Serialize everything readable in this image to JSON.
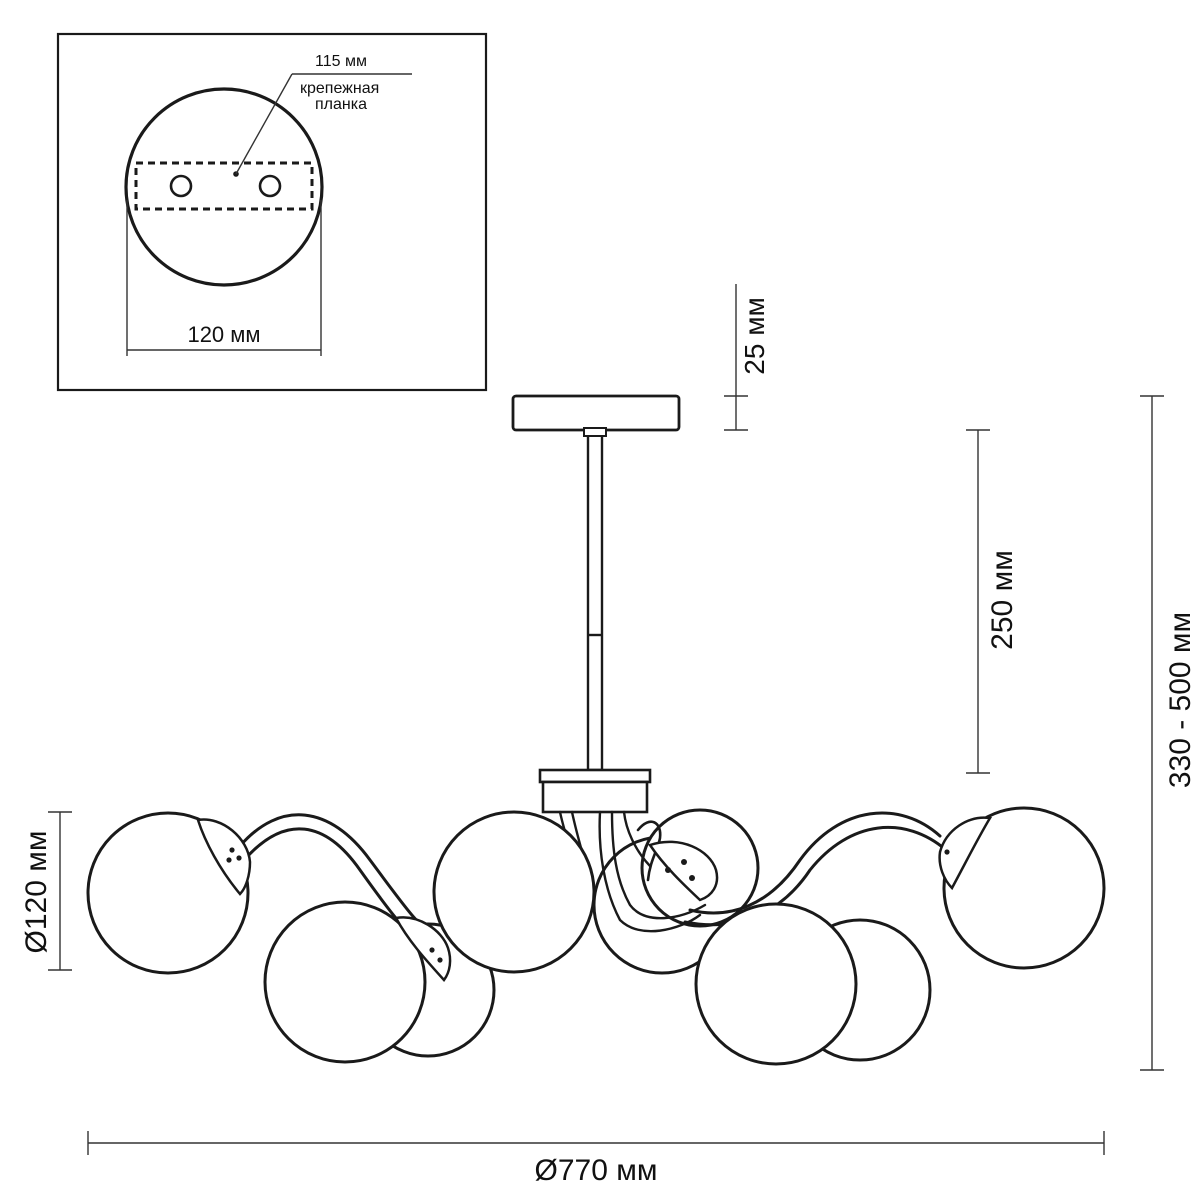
{
  "inset": {
    "mount_width_label": "115 мм",
    "mount_bracket_label_line1": "крепежная",
    "mount_bracket_label_line2": "планка",
    "canopy_diameter_label": "120 мм"
  },
  "dimensions": {
    "canopy_height": "25 мм",
    "rod_length": "250 мм",
    "total_height": "330 - 500 мм",
    "globe_diameter": "Ø120 мм",
    "overall_diameter": "Ø770 мм"
  }
}
